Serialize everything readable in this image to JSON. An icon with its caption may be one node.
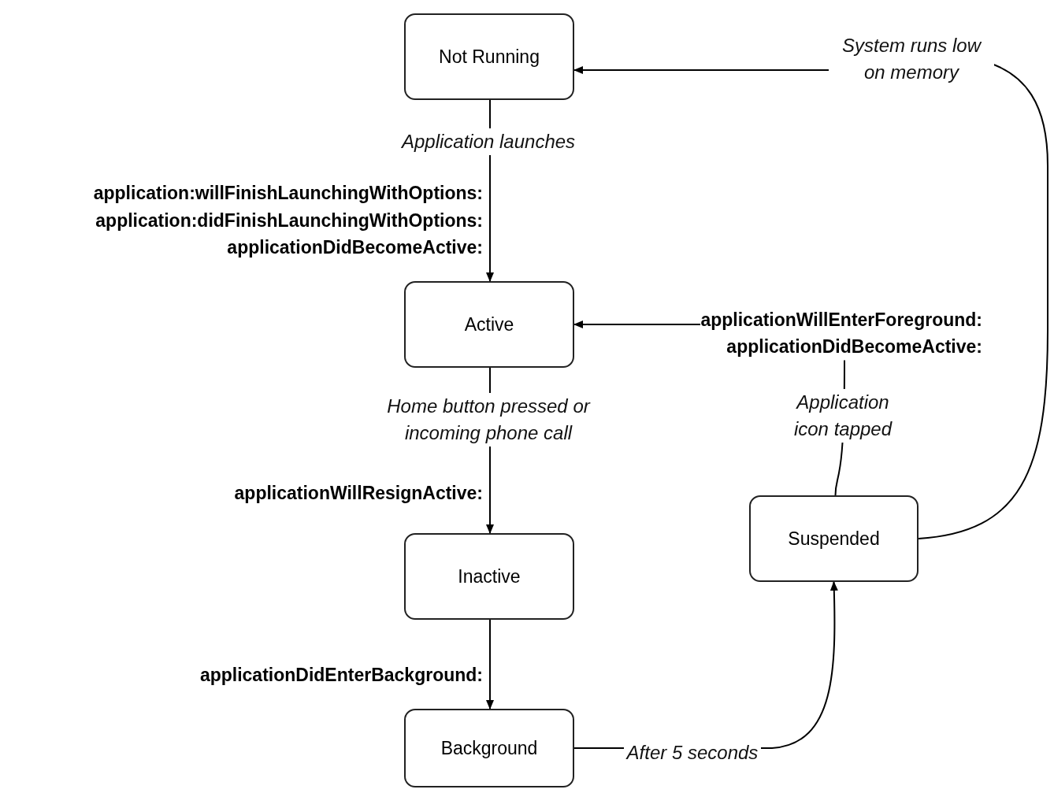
{
  "diagram": {
    "nodes": [
      {
        "text": [
          "Not Running"
        ]
      },
      {
        "text": [
          "Active"
        ]
      },
      {
        "text": [
          "Inactive"
        ]
      },
      {
        "text": [
          "Background"
        ]
      },
      {
        "text": [
          "Suspended"
        ]
      }
    ],
    "edges": [
      {
        "from": 0,
        "to": 1,
        "arrow": "to",
        "label": "Application launches"
      },
      {
        "from": 1,
        "to": 2,
        "arrow": "to",
        "label": "Home button pressed or incoming phone call"
      },
      {
        "from": 2,
        "to": 3,
        "arrow": "to"
      },
      {
        "from": 3,
        "to": 4,
        "arrow": "to",
        "label": "After 5 seconds"
      },
      {
        "from": 4,
        "to": 1,
        "arrow": "to",
        "label": "Application icon tapped"
      },
      {
        "from": 4,
        "to": 0,
        "arrow": "to",
        "label": "System runs low on memory"
      }
    ],
    "labels": [
      "application:willFinishLaunchingWithOptions:",
      "application:didFinishLaunchingWithOptions:",
      "applicationDidBecomeActive:",
      "applicationWillEnterForeground:",
      "applicationDidBecomeActive:",
      "applicationWillResignActive:",
      "applicationDidEnterBackground:"
    ]
  }
}
